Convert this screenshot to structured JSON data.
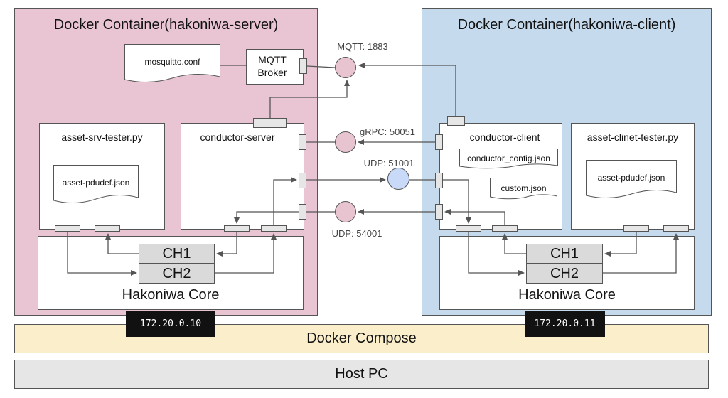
{
  "server": {
    "title": "Docker Container(hakoniwa-server)",
    "mosquitto_conf": "mosquitto.conf",
    "mqtt_broker": "MQTT\nBroker",
    "asset_tester": "asset-srv-tester.py",
    "asset_pdudef": "asset-pdudef.json",
    "conductor": "conductor-server",
    "ch1": "CH1",
    "ch2": "CH2",
    "core": "Hakoniwa Core",
    "ip": "172.20.0.10"
  },
  "client": {
    "title": "Docker Container(hakoniwa-client)",
    "conductor": "conductor-client",
    "conductor_config": "conductor_config.json",
    "custom": "custom.json",
    "asset_tester": "asset-clinet-tester.py",
    "asset_pdudef": "asset-pdudef.json",
    "ch1": "CH1",
    "ch2": "CH2",
    "core": "Hakoniwa Core",
    "ip": "172.20.0.11"
  },
  "protocols": {
    "mqtt": "MQTT: 1883",
    "grpc": "gRPC: 50051",
    "udp_out": "UDP: 51001",
    "udp_in": "UDP: 54001"
  },
  "colors": {
    "server_bg": "#e9c4d2",
    "client_bg": "#c6daee",
    "compose_bg": "#fbeecb",
    "host_bg": "#e6e6e6",
    "endpoint_pink": "#e8c4d0",
    "endpoint_blue": "#c9daf8"
  },
  "docker_compose": "Docker Compose",
  "host_pc": "Host PC"
}
